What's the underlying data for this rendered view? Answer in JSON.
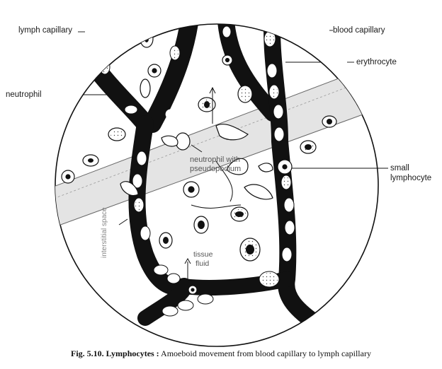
{
  "labels": {
    "lymph_capillary": "lymph capillary",
    "neutrophil": "neutrophil",
    "blood_capillary": "blood capillary",
    "erythrocyte": "erythrocyte",
    "small_lymphocyte_1": "small",
    "small_lymphocyte_2": "lymphocyte",
    "neutrophil_pseudopodium_1": "neutrophil with",
    "neutrophil_pseudopodium_2": "pseudopodium",
    "interstitial_space": "interstitial space",
    "tissue_fluid_1": "tissue",
    "tissue_fluid_2": "fluid"
  },
  "caption": {
    "fig_title": "Fig. 5.10. Lymphocytes :",
    "fig_text": "Amoeboid movement from blood capillary to lymph capillary"
  },
  "colors": {
    "ink": "#111111",
    "lymph_vessel_fill": "#e4e4e4",
    "paper": "#ffffff"
  }
}
